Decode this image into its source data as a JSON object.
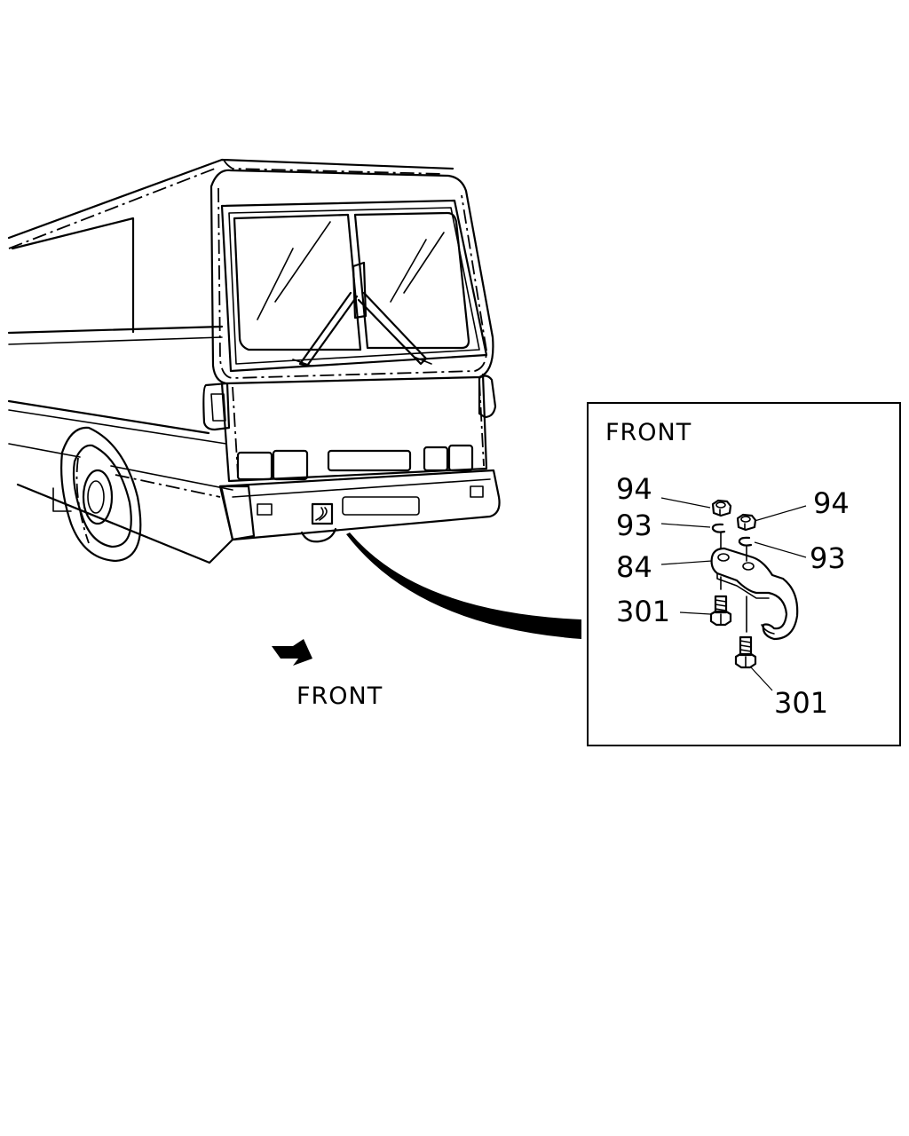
{
  "vehicle": {
    "front_arrow_label": "FRONT"
  },
  "detail": {
    "view_label": "FRONT",
    "callouts": [
      {
        "id": "nut-left",
        "text": "94"
      },
      {
        "id": "washer-left",
        "text": "93"
      },
      {
        "id": "hook-bracket",
        "text": "84"
      },
      {
        "id": "bolt-left",
        "text": "301"
      },
      {
        "id": "nut-right",
        "text": "94"
      },
      {
        "id": "washer-right",
        "text": "93"
      },
      {
        "id": "bolt-right",
        "text": "301"
      }
    ]
  },
  "colors": {
    "line": "#000000",
    "background": "#ffffff"
  }
}
